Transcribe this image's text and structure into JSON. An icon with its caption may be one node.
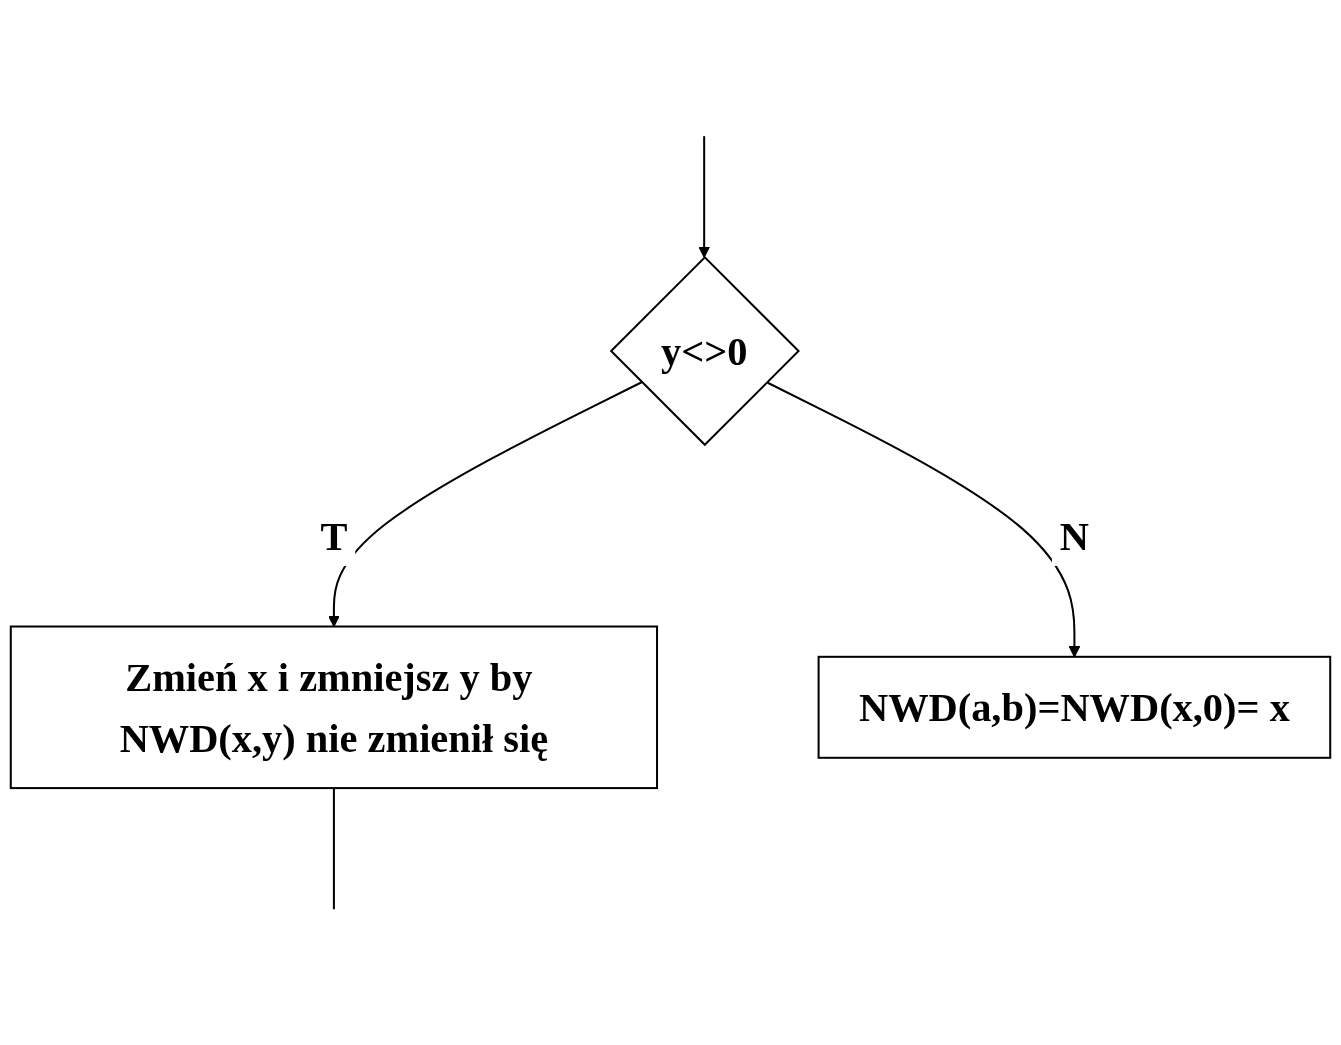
{
  "diagram": {
    "nodes": [
      {
        "text": [
          "y<>0"
        ]
      },
      {
        "text": [
          "Zmień x i zmniejsz y by NWD(x,y) nie zmienił się"
        ]
      },
      {
        "text": [
          "NWD(a,b)=NWD(x,0)= x"
        ]
      }
    ],
    "edges": [
      {
        "from": null,
        "to": 0,
        "arrow": "to"
      },
      {
        "from": 0,
        "to": 1,
        "label": "T",
        "arrow": "to"
      },
      {
        "from": 0,
        "to": 2,
        "label": "N",
        "arrow": "to"
      },
      {
        "from": 1,
        "to": null,
        "arrow": "none"
      }
    ]
  }
}
